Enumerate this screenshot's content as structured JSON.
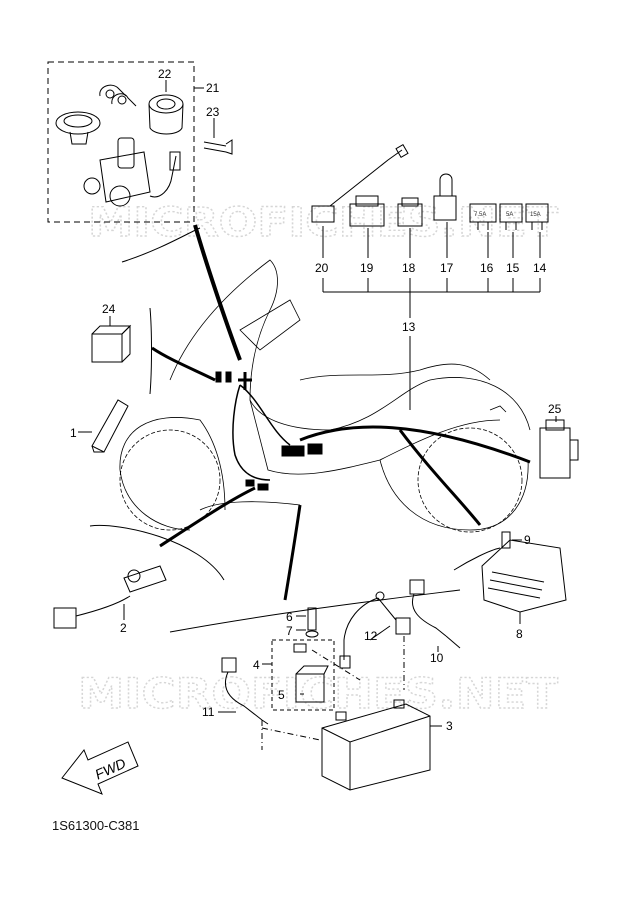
{
  "watermark": "MICROFICHES.NET",
  "diagram_code": "1S61300-C381",
  "direction_label": "FWD",
  "fuses": [
    "7.5A",
    "5A",
    "15A"
  ],
  "callouts": {
    "c1": "1",
    "c2": "2",
    "c3": "3",
    "c4": "4",
    "c5": "5",
    "c6": "6",
    "c7": "7",
    "c8": "8",
    "c9": "9",
    "c10": "10",
    "c11": "11",
    "c12": "12",
    "c13": "13",
    "c14": "14",
    "c15": "15",
    "c16": "16",
    "c17": "17",
    "c18": "18",
    "c19": "19",
    "c20": "20",
    "c21": "21",
    "c22": "22",
    "c23": "23",
    "c24": "24",
    "c25": "25"
  }
}
